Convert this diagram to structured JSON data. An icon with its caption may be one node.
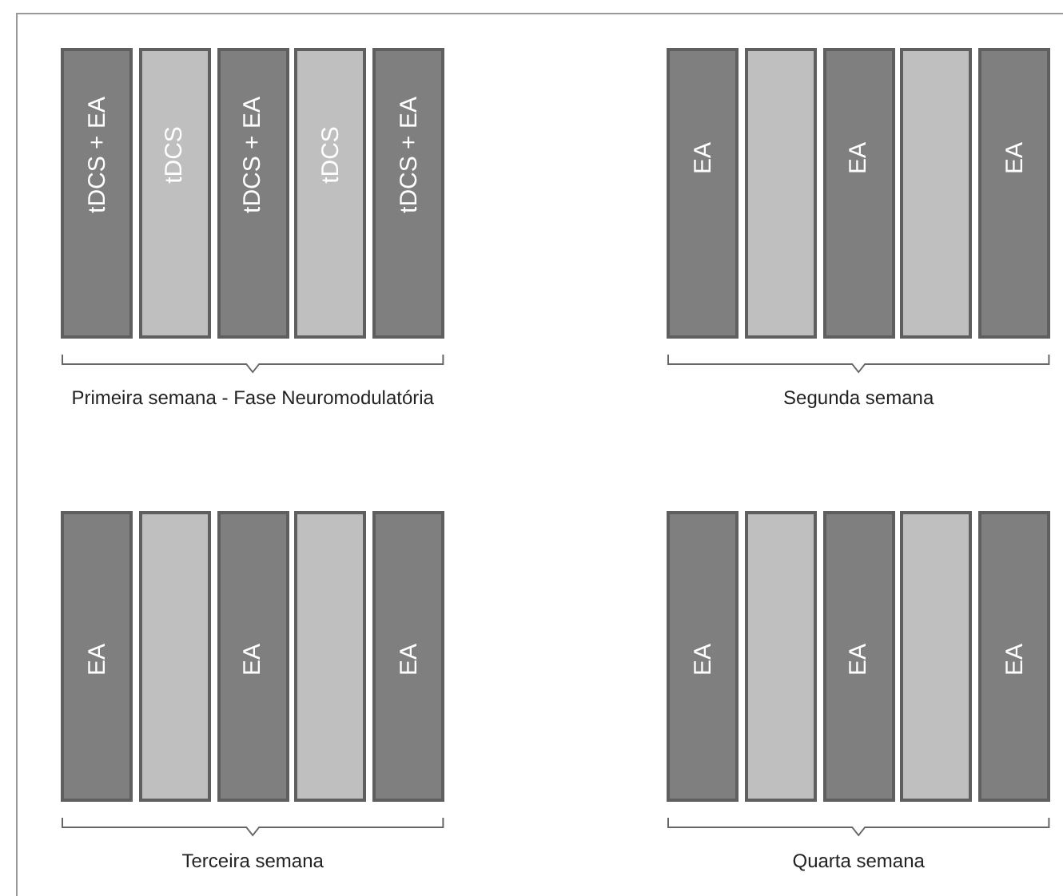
{
  "diagram": {
    "nodes": [
      {
        "text": [
          "tDCS + EA"
        ]
      },
      {
        "text": [
          "tDCS"
        ]
      },
      {
        "text": [
          "tDCS + EA"
        ]
      },
      {
        "text": [
          "tDCS"
        ]
      },
      {
        "text": [
          "tDCS + EA"
        ]
      },
      {
        "text": [
          "EA"
        ]
      },
      {
        "text": [],
        "shape": "bar"
      },
      {
        "text": [
          "EA"
        ]
      },
      {
        "text": [],
        "shape": "bar"
      },
      {
        "text": [
          "EA"
        ]
      },
      {
        "text": [
          "EA"
        ]
      },
      {
        "text": [],
        "shape": "bar"
      },
      {
        "text": [
          "EA"
        ]
      },
      {
        "text": [],
        "shape": "bar"
      },
      {
        "text": [
          "EA"
        ]
      },
      {
        "text": [
          "EA"
        ]
      },
      {
        "text": [],
        "shape": "bar"
      },
      {
        "text": [
          "EA"
        ]
      },
      {
        "text": [],
        "shape": "bar"
      },
      {
        "text": [
          "EA"
        ]
      }
    ],
    "edges": [],
    "labels": [
      "Primeira semana - Fase Neuromodulatória",
      "Segunda semana",
      "Terceira semana",
      "Quarta semana"
    ]
  }
}
